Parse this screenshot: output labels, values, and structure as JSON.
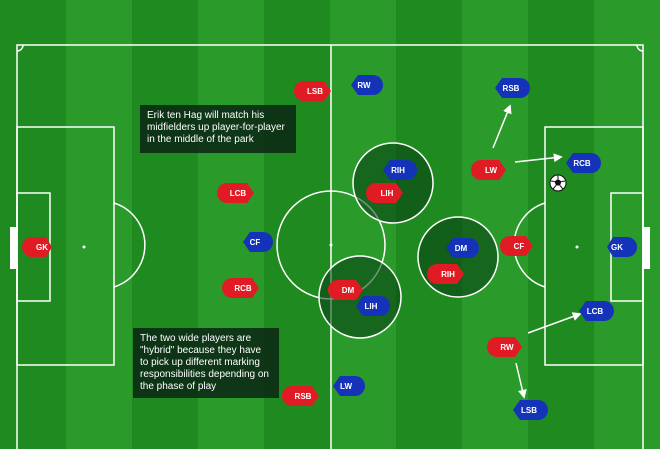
{
  "annotations": {
    "top": "Erik ten Hag will match his midfielders up player-for-player in the middle of the park",
    "bottom": "The two wide players are \"hybrid\" because they have to pick up different marking responsibilities depending on the phase of play"
  },
  "colors": {
    "pitch_light": "#2a9a2a",
    "pitch_dark": "#1f8a1f",
    "line": "#ffffff",
    "red_team": "#e01b24",
    "blue_team": "#1433b8",
    "zone_fill": "#0b4d1c"
  },
  "players": {
    "red": [
      {
        "label": "GK"
      },
      {
        "label": "LCB"
      },
      {
        "label": "RCB"
      },
      {
        "label": "LSB"
      },
      {
        "label": "RSB"
      },
      {
        "label": "LIH"
      },
      {
        "label": "DM"
      },
      {
        "label": "RIH"
      },
      {
        "label": "CF"
      },
      {
        "label": "LW"
      },
      {
        "label": "RW"
      }
    ],
    "blue": [
      {
        "label": "GK"
      },
      {
        "label": "RCB"
      },
      {
        "label": "LCB"
      },
      {
        "label": "RSB"
      },
      {
        "label": "LSB"
      },
      {
        "label": "RW"
      },
      {
        "label": "LW"
      },
      {
        "label": "CF"
      },
      {
        "label": "RIH"
      },
      {
        "label": "DM"
      },
      {
        "label": "LIH"
      }
    ]
  },
  "ball": {
    "icon": "football-icon"
  }
}
